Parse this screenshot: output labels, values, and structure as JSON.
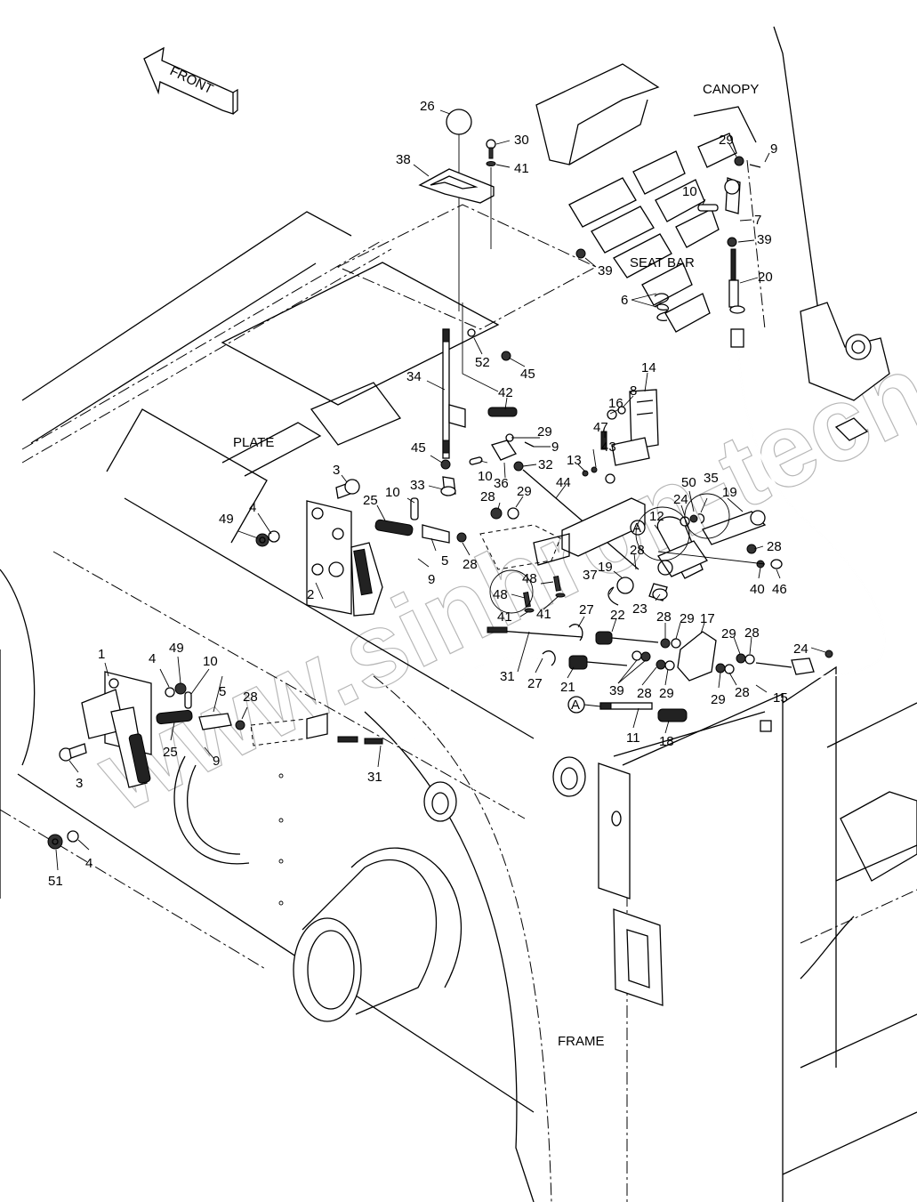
{
  "diagram": {
    "title": "Seat bar / parking brake linkage — exploded parts view",
    "orientation_arrow": "FRONT",
    "assembly_labels": {
      "canopy": "CANOPY",
      "seat_bar": "SEAT BAR",
      "plate": "PLATE",
      "frame": "FRAME"
    },
    "reference_marker": "A",
    "watermark": "www.sinhron-tech.kz",
    "callouts": [
      {
        "id": "c-26",
        "text": "26"
      },
      {
        "id": "c-30",
        "text": "30"
      },
      {
        "id": "c-41a",
        "text": "41"
      },
      {
        "id": "c-38",
        "text": "38"
      },
      {
        "id": "c-39a",
        "text": "39"
      },
      {
        "id": "c-29a",
        "text": "29"
      },
      {
        "id": "c-9a",
        "text": "9"
      },
      {
        "id": "c-10a",
        "text": "10"
      },
      {
        "id": "c-7",
        "text": "7"
      },
      {
        "id": "c-39b",
        "text": "39"
      },
      {
        "id": "c-20",
        "text": "20"
      },
      {
        "id": "c-6",
        "text": "6"
      },
      {
        "id": "c-52",
        "text": "52"
      },
      {
        "id": "c-45a",
        "text": "45"
      },
      {
        "id": "c-34",
        "text": "34"
      },
      {
        "id": "c-42",
        "text": "42"
      },
      {
        "id": "c-14",
        "text": "14"
      },
      {
        "id": "c-16",
        "text": "16"
      },
      {
        "id": "c-8",
        "text": "8"
      },
      {
        "id": "c-29b",
        "text": "29"
      },
      {
        "id": "c-9b",
        "text": "9"
      },
      {
        "id": "c-47",
        "text": "47"
      },
      {
        "id": "c-43",
        "text": "43"
      },
      {
        "id": "c-13",
        "text": "13"
      },
      {
        "id": "c-45b",
        "text": "45"
      },
      {
        "id": "c-10b",
        "text": "10"
      },
      {
        "id": "c-32",
        "text": "32"
      },
      {
        "id": "c-36",
        "text": "36"
      },
      {
        "id": "c-33",
        "text": "33"
      },
      {
        "id": "c-44",
        "text": "44"
      },
      {
        "id": "c-3a",
        "text": "3"
      },
      {
        "id": "c-28a",
        "text": "28"
      },
      {
        "id": "c-29c",
        "text": "29"
      },
      {
        "id": "c-24a",
        "text": "24"
      },
      {
        "id": "c-50",
        "text": "50"
      },
      {
        "id": "c-35",
        "text": "35"
      },
      {
        "id": "c-19a",
        "text": "19"
      },
      {
        "id": "c-12",
        "text": "12"
      },
      {
        "id": "c-10c",
        "text": "10"
      },
      {
        "id": "c-25a",
        "text": "25"
      },
      {
        "id": "c-49a",
        "text": "49"
      },
      {
        "id": "c-4a",
        "text": "4"
      },
      {
        "id": "c-28b",
        "text": "28"
      },
      {
        "id": "c-5a",
        "text": "5"
      },
      {
        "id": "c-9c",
        "text": "9"
      },
      {
        "id": "c-2",
        "text": "2"
      },
      {
        "id": "c-28c",
        "text": "28"
      },
      {
        "id": "c-40",
        "text": "40"
      },
      {
        "id": "c-46",
        "text": "46"
      },
      {
        "id": "c-28d",
        "text": "28"
      },
      {
        "id": "c-19b",
        "text": "19"
      },
      {
        "id": "c-37",
        "text": "37"
      },
      {
        "id": "c-48a",
        "text": "48"
      },
      {
        "id": "c-48b",
        "text": "48"
      },
      {
        "id": "c-41b",
        "text": "41"
      },
      {
        "id": "c-41c",
        "text": "41"
      },
      {
        "id": "c-23",
        "text": "23"
      },
      {
        "id": "c-27a",
        "text": "27"
      },
      {
        "id": "c-22",
        "text": "22"
      },
      {
        "id": "c-28e",
        "text": "28"
      },
      {
        "id": "c-29d",
        "text": "29"
      },
      {
        "id": "c-17",
        "text": "17"
      },
      {
        "id": "c-29e",
        "text": "29"
      },
      {
        "id": "c-28f",
        "text": "28"
      },
      {
        "id": "c-24b",
        "text": "24"
      },
      {
        "id": "c-31a",
        "text": "31"
      },
      {
        "id": "c-27b",
        "text": "27"
      },
      {
        "id": "c-21",
        "text": "21"
      },
      {
        "id": "c-39c",
        "text": "39"
      },
      {
        "id": "c-28g",
        "text": "28"
      },
      {
        "id": "c-29f",
        "text": "29"
      },
      {
        "id": "c-29g",
        "text": "29"
      },
      {
        "id": "c-28h",
        "text": "28"
      },
      {
        "id": "c-15",
        "text": "15"
      },
      {
        "id": "c-11",
        "text": "11"
      },
      {
        "id": "c-18",
        "text": "18"
      },
      {
        "id": "c-1",
        "text": "1"
      },
      {
        "id": "c-4b",
        "text": "4"
      },
      {
        "id": "c-49b",
        "text": "49"
      },
      {
        "id": "c-10d",
        "text": "10"
      },
      {
        "id": "c-5b",
        "text": "5"
      },
      {
        "id": "c-28i",
        "text": "28"
      },
      {
        "id": "c-25b",
        "text": "25"
      },
      {
        "id": "c-9d",
        "text": "9"
      },
      {
        "id": "c-3b",
        "text": "3"
      },
      {
        "id": "c-31b",
        "text": "31"
      },
      {
        "id": "c-4c",
        "text": "4"
      },
      {
        "id": "c-51",
        "text": "51"
      }
    ]
  }
}
